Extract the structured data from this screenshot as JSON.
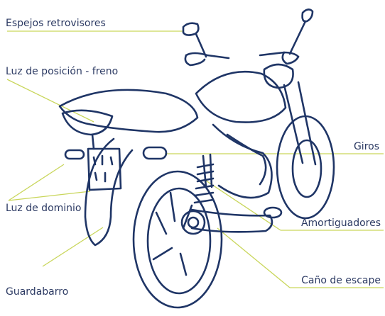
{
  "labels": {
    "mirrors": "Espejos retrovisores",
    "tail_light": "Luz de posición - freno",
    "turn_signals": "Giros",
    "license_light": "Luz de dominio",
    "shock_absorbers": "Amortiguadores",
    "mudguard": "Guardabarro",
    "exhaust": "Caño de escape"
  },
  "colors": {
    "drawing": "#1f3566",
    "leader": "#c9d65b",
    "text": "#2c3a63"
  }
}
